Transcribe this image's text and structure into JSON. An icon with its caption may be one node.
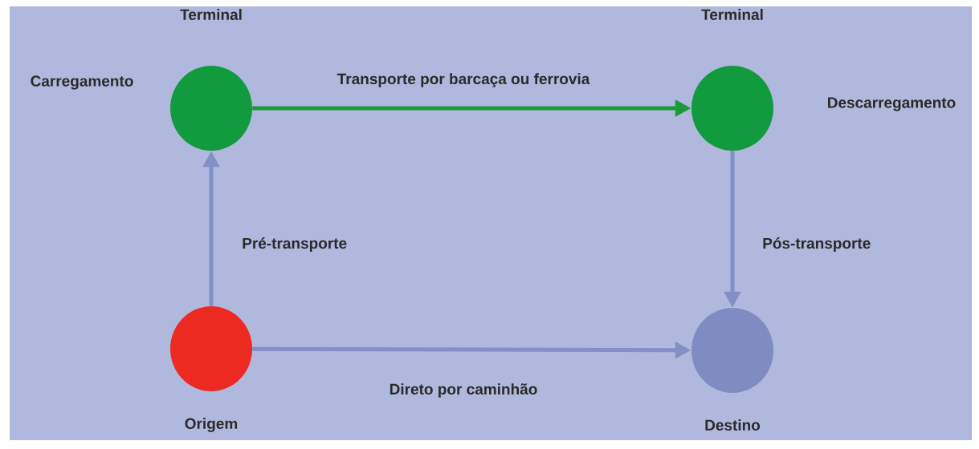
{
  "diagram": {
    "nodes": [
      {
        "text": [
          "Terminal"
        ],
        "beside": [
          "Carregamento"
        ]
      },
      {
        "text": [
          "Terminal"
        ],
        "beside": [
          "Descarregamento"
        ]
      },
      {
        "text": [
          "Origem"
        ]
      },
      {
        "text": [
          "Destino"
        ]
      }
    ],
    "edges": [
      {
        "from": 0,
        "to": 1,
        "arrow": "to",
        "label": "Transporte por barcaça ou ferrovia",
        "color": "#1a9a3a"
      },
      {
        "from": 2,
        "to": 0,
        "arrow": "to",
        "label": "Pré-transporte"
      },
      {
        "from": 1,
        "to": 3,
        "arrow": "to",
        "label": "Pós-transporte"
      },
      {
        "from": 2,
        "to": 3,
        "arrow": "to",
        "label": "Direto por caminhão"
      }
    ]
  }
}
